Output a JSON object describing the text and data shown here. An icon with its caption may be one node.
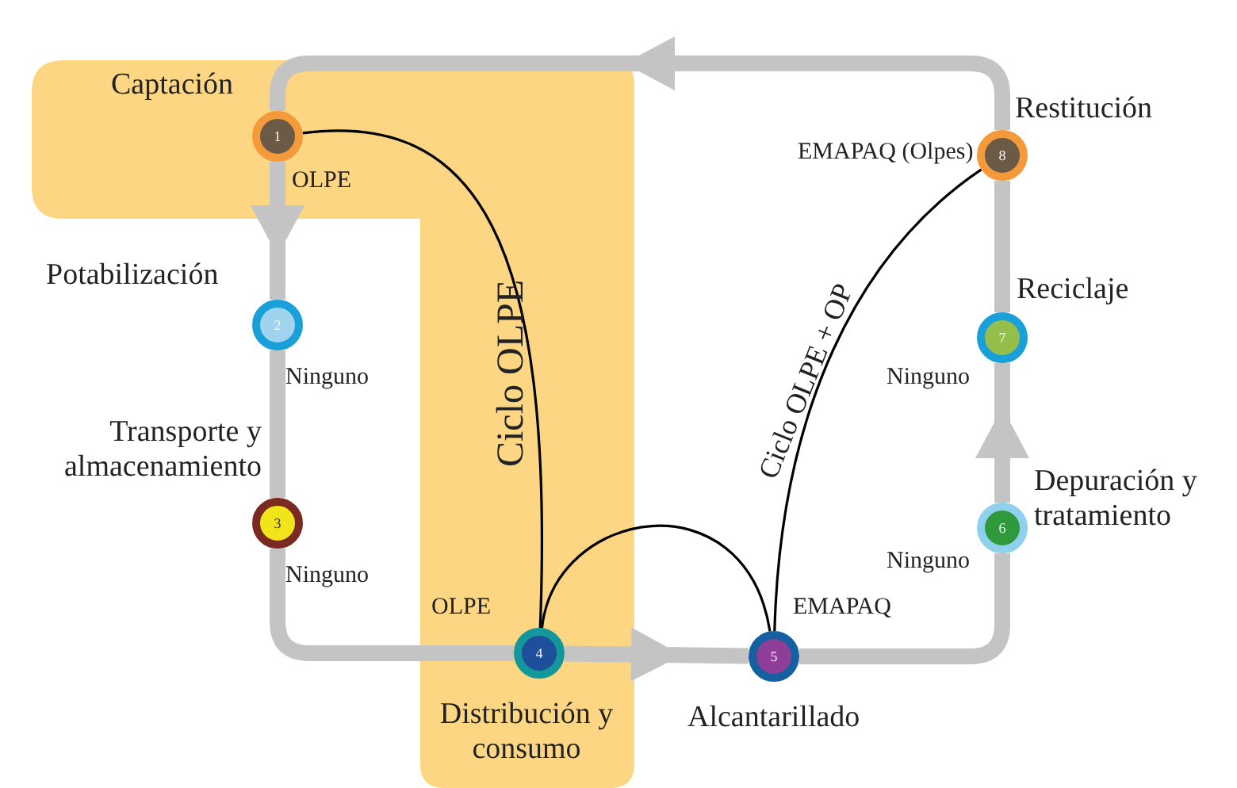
{
  "diagram": {
    "nodes": [
      {
        "text": [
          "1"
        ],
        "beside": [
          "Captación",
          "OLPE"
        ]
      },
      {
        "text": [
          "2"
        ],
        "beside": [
          "Potabilización",
          "Ninguno"
        ]
      },
      {
        "text": [
          "3"
        ],
        "beside": [
          "Transporte y almacenamiento",
          "Ninguno"
        ]
      },
      {
        "text": [
          "4"
        ],
        "beside": [
          "Distribución y consumo",
          "OLPE"
        ]
      },
      {
        "text": [
          "5"
        ],
        "beside": [
          "Alcantarillado",
          "EMAPAQ"
        ]
      },
      {
        "text": [
          "6"
        ],
        "beside": [
          "Depuración y tratamiento",
          "Ninguno"
        ]
      },
      {
        "text": [
          "7"
        ],
        "beside": [
          "Reciclaje",
          "Ninguno"
        ]
      },
      {
        "text": [
          "8"
        ],
        "beside": [
          "Restitución",
          "EMAPAQ (Olpes)"
        ]
      }
    ],
    "edges": [
      {
        "from": 0,
        "to": 1,
        "arrow": "to"
      },
      {
        "from": 1,
        "to": 2,
        "arrow": "none"
      },
      {
        "from": 2,
        "to": 3,
        "arrow": "none"
      },
      {
        "from": 3,
        "to": 4,
        "arrow": "to"
      },
      {
        "from": 4,
        "to": 5,
        "arrow": "none"
      },
      {
        "from": 5,
        "to": 6,
        "arrow": "to"
      },
      {
        "from": 6,
        "to": 7,
        "arrow": "none"
      },
      {
        "from": 7,
        "to": 0,
        "arrow": "to"
      },
      {
        "from": 0,
        "to": 3,
        "arrow": "none",
        "color": "#000000",
        "label": "Ciclo OLPE"
      },
      {
        "from": 3,
        "to": 4,
        "arrow": "none",
        "color": "#000000"
      },
      {
        "from": 4,
        "to": 7,
        "arrow": "none",
        "color": "#000000",
        "label": "Ciclo OLPE + OP"
      }
    ]
  }
}
